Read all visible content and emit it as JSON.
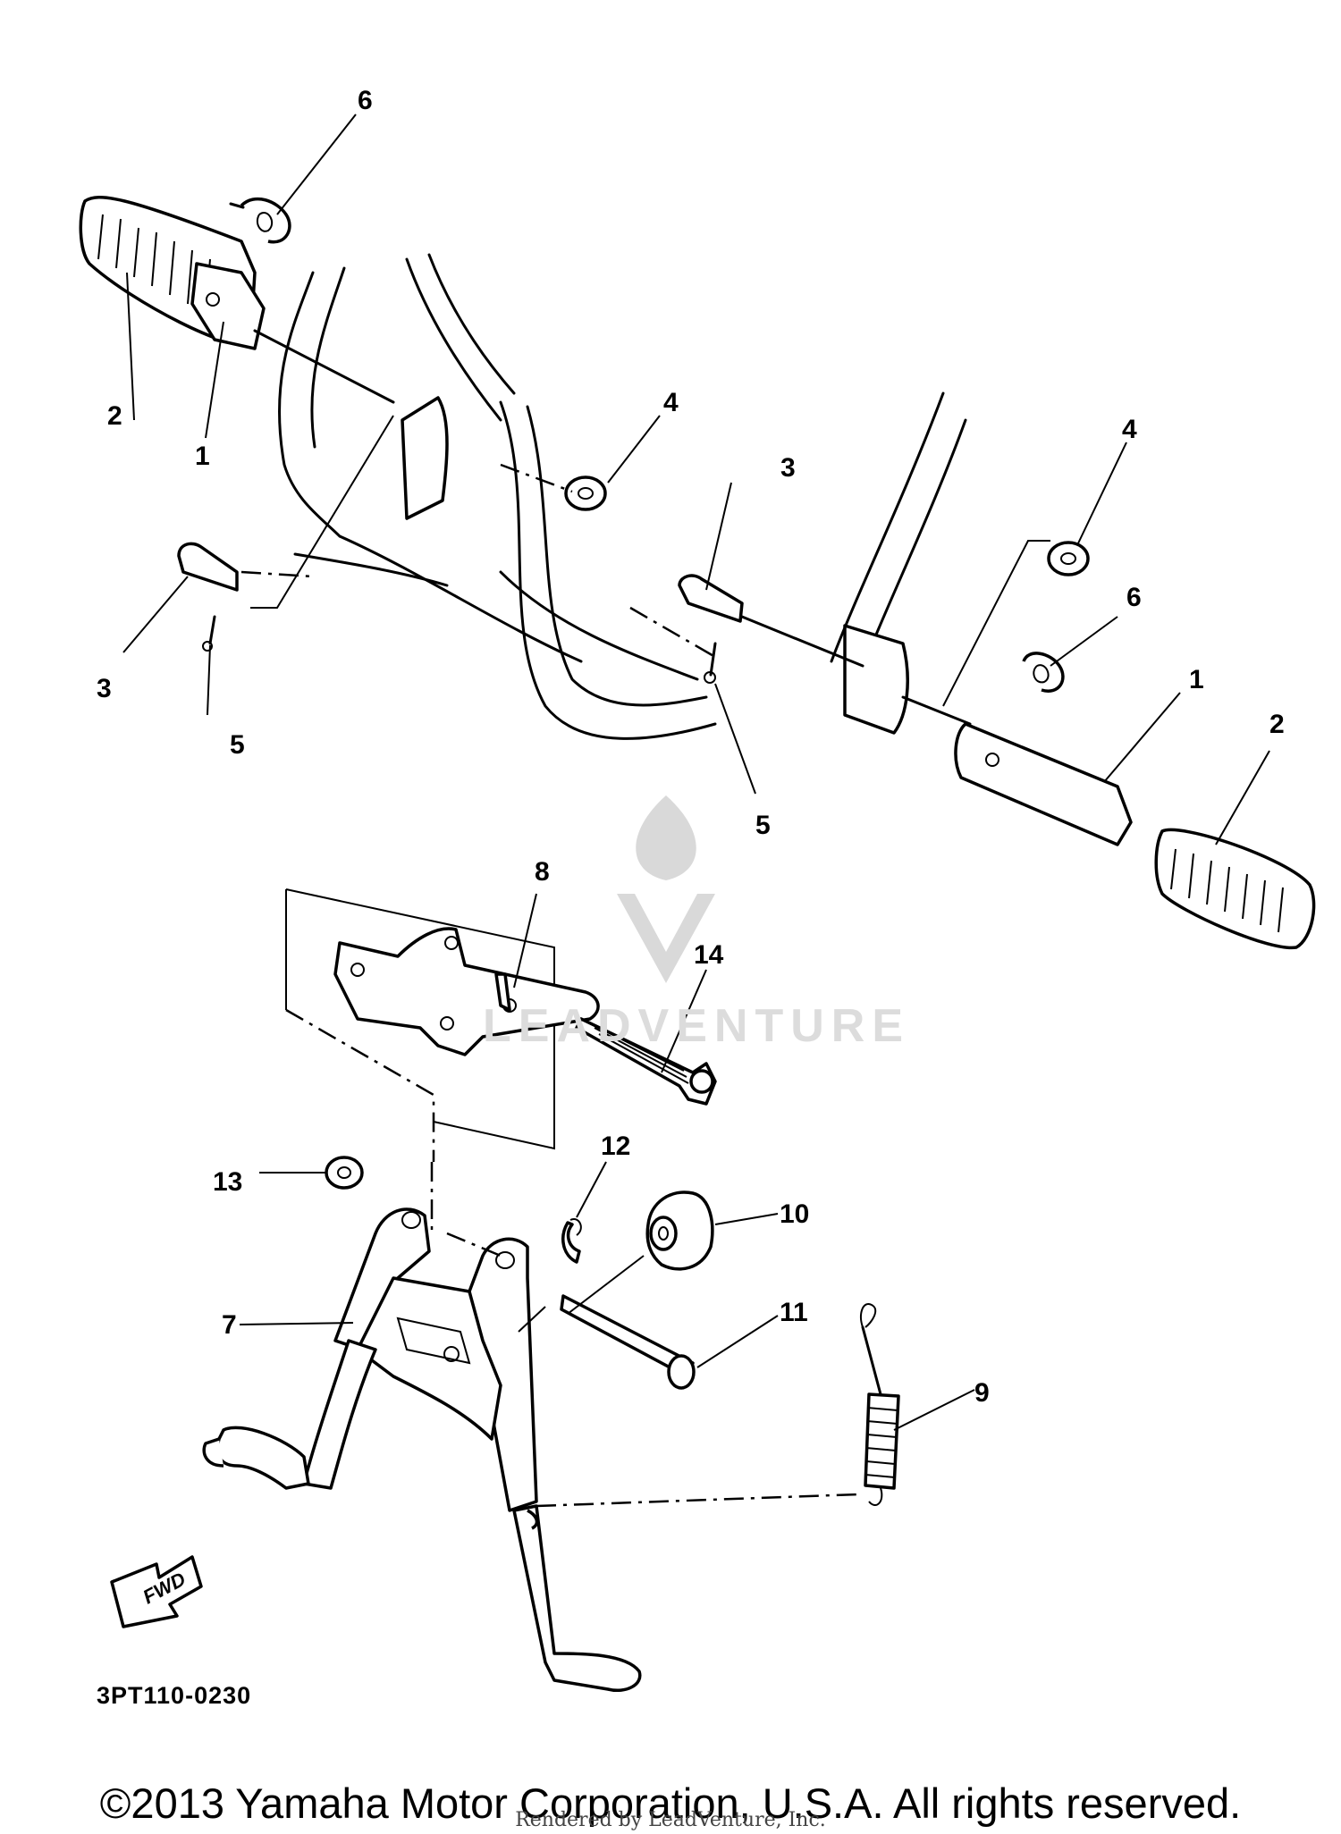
{
  "diagram": {
    "code": "3PT110-0230",
    "fwd_label": "FWD",
    "callouts": [
      "1",
      "2",
      "3",
      "4",
      "5",
      "6",
      "7",
      "8",
      "9",
      "10",
      "11",
      "12",
      "13",
      "14"
    ]
  },
  "watermark": {
    "text": "LEADVENTURE"
  },
  "footer": {
    "copyright": "©2013 Yamaha Motor Corporation, U.S.A. All rights reserved.",
    "rendered_by": "Rendered by LeadVenture, Inc."
  }
}
